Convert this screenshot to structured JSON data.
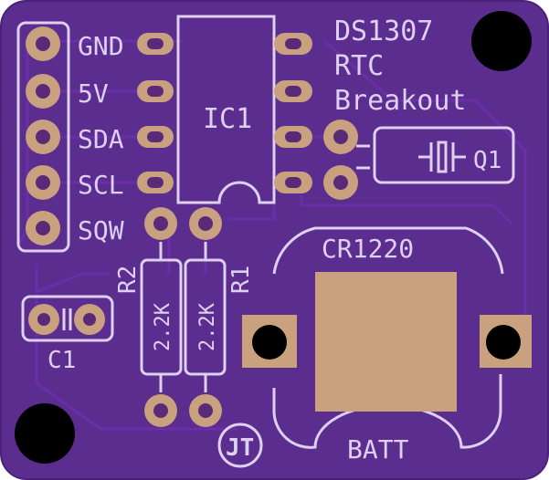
{
  "board": {
    "pcb_color": "#5b2d8e",
    "silkscreen_color": "#ddd0f0",
    "copper_color": "#c9a17f",
    "trace_color": "#6a2fa8",
    "hole_color": "#000000"
  },
  "title_lines": [
    "DS1307",
    "RTC",
    "Breakout"
  ],
  "header_pins": [
    "GND",
    "5V",
    "SDA",
    "SCL",
    "SQW"
  ],
  "ic_label": "IC1",
  "crystal_label": "Q1",
  "resistors": [
    {
      "ref": "R2",
      "value": "2.2K"
    },
    {
      "ref": "R1",
      "value": "2.2K"
    }
  ],
  "capacitor_label": "C1",
  "battery": {
    "type": "CR1220",
    "label": "BATT"
  },
  "logo_text": "JT"
}
